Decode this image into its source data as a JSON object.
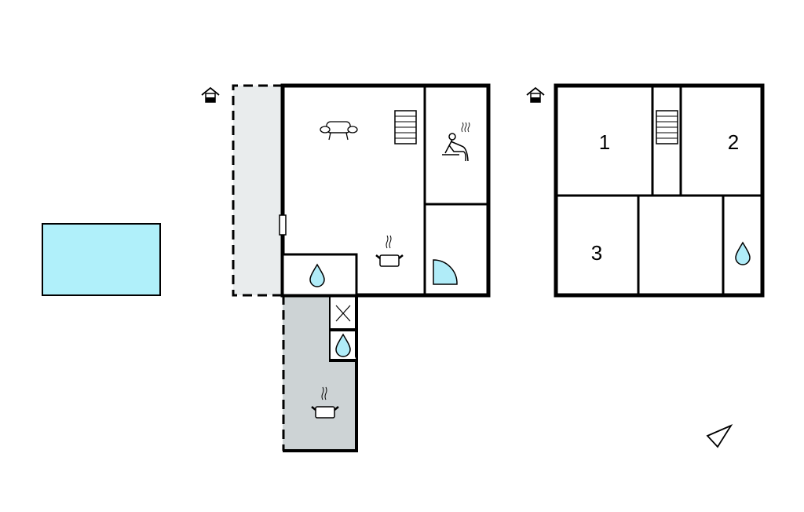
{
  "title": "Floor plan",
  "colors": {
    "pool": "#b0f0fa",
    "terrace": "#e9eced",
    "annex": "#cdd3d5",
    "water": "#b0ecf8",
    "wall": "#000000"
  },
  "upper_floor": {
    "rooms": [
      {
        "label": "1"
      },
      {
        "label": "2"
      },
      {
        "label": "3"
      }
    ]
  },
  "icons": [
    "entrance-icon",
    "sofa-icon",
    "stairs-icon",
    "sauna-icon",
    "kitchen-pot-icon",
    "water-drop-icon",
    "shower-icon",
    "washer-icon",
    "compass-icon"
  ]
}
